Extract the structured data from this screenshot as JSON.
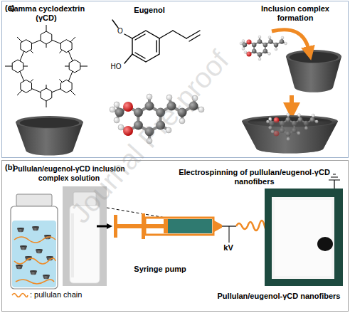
{
  "diagram": {
    "nodes": [
      {
        "text": [
          "(a)"
        ]
      },
      {
        "text": [
          "(b)"
        ]
      }
    ],
    "labels": [
      "Gamma cyclodextrin (γCD)",
      "Eugenol",
      "Inclusion complex formation",
      "O",
      "HO",
      "Pullulan/eugenol-γCD inclusion complex solution",
      "Electrospinning of pullulan/eugenol-γCD nanofibers",
      "Syringe pump",
      "kV",
      "Pullulan/eugenol-γCD nanofibers",
      "Journal Pre-proof"
    ],
    "legend": [
      {
        "text": ": pullulan chain"
      }
    ]
  }
}
